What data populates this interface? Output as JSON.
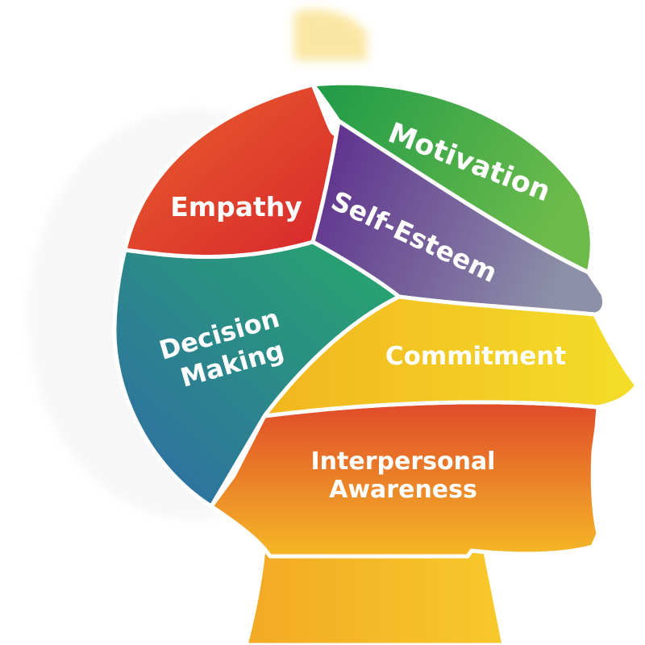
{
  "colors": {
    "empathy": [
      "#e8622a",
      "#d8262e"
    ],
    "motivation": [
      "#1e9a48",
      "#6cbb4a"
    ],
    "self_esteem": [
      "#5c2a8c",
      "#8c8fa8"
    ],
    "decision_making": [
      "#2f6aa8",
      "#27a86a"
    ],
    "commitment": [
      "#f2b61e",
      "#f4dd2a"
    ],
    "interpersonal_awareness": [
      "#e04a2a",
      "#f5b826"
    ],
    "neck": [
      "#f3a925",
      "#f7c92b"
    ]
  },
  "segments": {
    "empathy": "Empathy",
    "motivation": "Motivation",
    "self_esteem": "Self-Esteem",
    "decision_making_line1": "Decision",
    "decision_making_line2": "Making",
    "commitment": "Commitment",
    "interpersonal_line1": "Interpersonal",
    "interpersonal_line2": "Awareness"
  }
}
